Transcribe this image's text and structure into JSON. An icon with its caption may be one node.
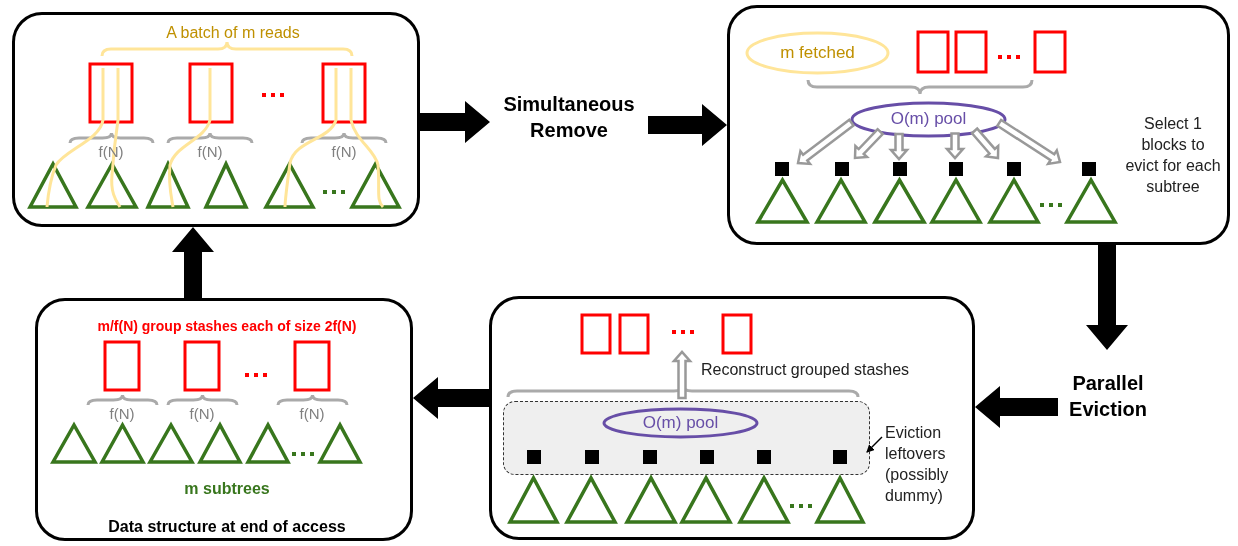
{
  "diagram": {
    "nodes": [
      {
        "text": [
          "A batch of m reads"
        ]
      },
      {
        "text": [
          "Select 1 blocks to evict for each subtree"
        ]
      },
      {
        "text": [
          "Reconstruct grouped stashes"
        ]
      },
      {
        "text": [
          "m/f(N) group stashes each of size 2f(N)",
          "m subtrees",
          "Data structure at end of access"
        ]
      },
      {
        "text": [
          "Simultaneous Remove"
        ]
      },
      {
        "text": [
          "Parallel Eviction"
        ]
      },
      {
        "text": [
          "m fetched"
        ],
        "in": 1
      },
      {
        "text": [
          "O(m) pool"
        ],
        "in": 1
      },
      {
        "text": [],
        "shape": "box",
        "in": 2
      },
      {
        "text": [
          "O(m) pool"
        ],
        "in": 8
      },
      {
        "text": [
          "Eviction leftovers (possibly dummy)"
        ],
        "in": 2
      }
    ],
    "edges": [
      {
        "from": 0,
        "to": 4,
        "arrow": "to",
        "style": "thick"
      },
      {
        "from": 4,
        "to": 1,
        "arrow": "to",
        "style": "thick"
      },
      {
        "from": 1,
        "to": 5,
        "arrow": "to",
        "style": "thick"
      },
      {
        "from": 5,
        "to": 2,
        "arrow": "to",
        "style": "thick"
      },
      {
        "from": 2,
        "to": 3,
        "arrow": "to",
        "style": "thick"
      },
      {
        "from": 3,
        "to": 0,
        "arrow": "to",
        "style": "thick"
      },
      {
        "from": 7,
        "to": null,
        "arrow": "to",
        "color": "#999999"
      },
      {
        "from": 7,
        "to": null,
        "arrow": "to",
        "color": "#999999"
      },
      {
        "from": 7,
        "to": null,
        "arrow": "to",
        "color": "#999999"
      },
      {
        "from": 7,
        "to": null,
        "arrow": "to",
        "color": "#999999"
      },
      {
        "from": 7,
        "to": null,
        "arrow": "to",
        "color": "#999999"
      },
      {
        "from": 7,
        "to": null,
        "arrow": "to",
        "color": "#999999"
      },
      {
        "from": 8,
        "to": null,
        "arrow": "to",
        "color": "#999999"
      },
      {
        "from": 10,
        "to": 8,
        "arrow": "to"
      }
    ],
    "labels": [
      "f(N)",
      "f(N)",
      "f(N)",
      "f(N)",
      "f(N)",
      "f(N)"
    ]
  }
}
